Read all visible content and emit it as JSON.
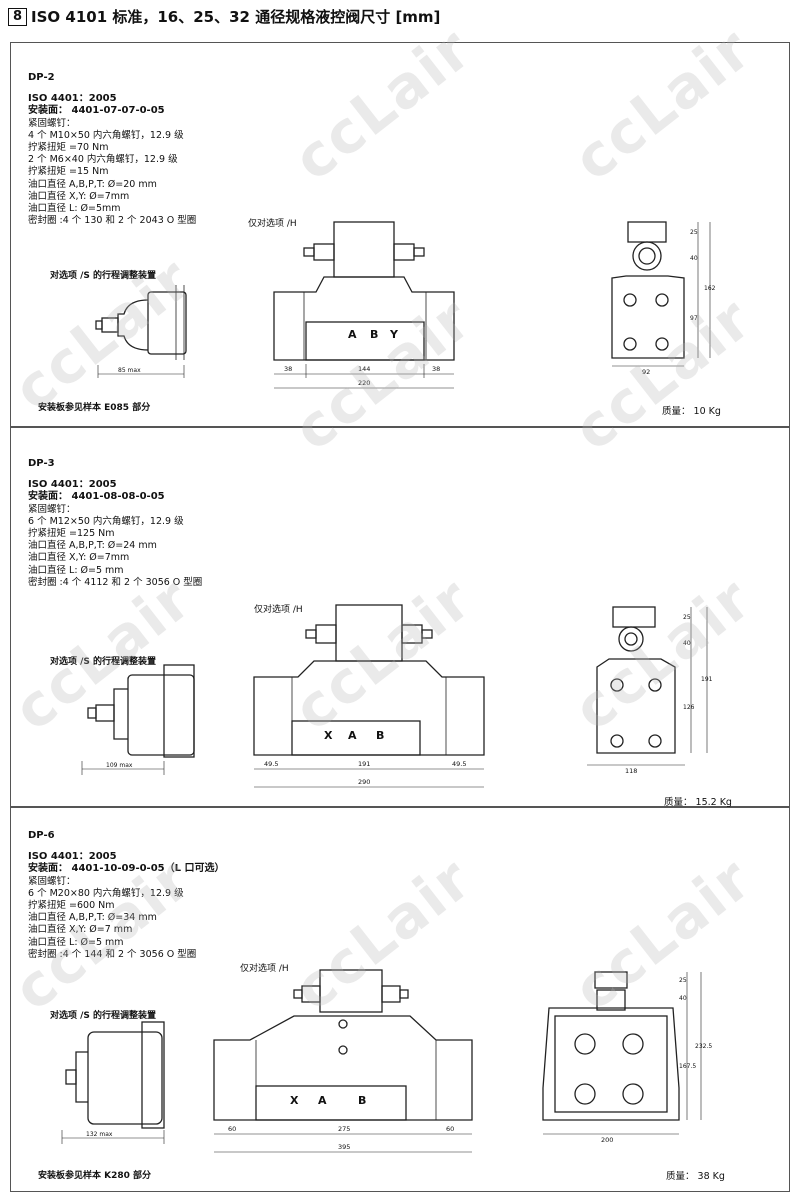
{
  "header": {
    "section_number": "8",
    "title": "ISO 4101 标准，16、25、32 通径规格液控阀尺寸 [mm]"
  },
  "watermark": "ccLair",
  "panels": [
    {
      "name": "DP-2",
      "standard": "ISO 4401：2005",
      "mounting": "安装面： 4401-07-07-0-05",
      "lines": [
        "紧固螺钉：",
        "4 个 M10×50 内六角螺钉，12.9 级",
        "拧紧扭矩 =70 Nm",
        "2 个 M6×40 内六角螺钉，12.9 级",
        "拧紧扭矩 =15 Nm",
        "油口直径 A,B,P,T: Ø=20 mm",
        "油口直径 X,Y: Ø=7mm",
        "油口直径 L: Ø=5mm",
        "密封圈 :4 个 130 和 2 个 2043 O 型圈"
      ],
      "stroke_label": "对选项 /S 的行程调整装置",
      "option_label": "仅对选项 /H",
      "dims": {
        "side_max": "85 max",
        "left": "38",
        "center": "144",
        "right": "38",
        "total": "220",
        "width": "92",
        "h1": "25",
        "h2": "40",
        "h3": "97",
        "htotal": "162"
      },
      "ports": [
        "A",
        "B",
        "Y"
      ],
      "footer": "安装板参见样本 E085 部分",
      "weight": "质量： 10 Kg"
    },
    {
      "name": "DP-3",
      "standard": "ISO 4401：2005",
      "mounting": "安装面： 4401-08-08-0-05",
      "lines": [
        "紧固螺钉：",
        "6 个 M12×50 内六角螺钉，12.9 级",
        "拧紧扭矩 =125 Nm",
        "油口直径 A,B,P,T: Ø=24 mm",
        "油口直径 X,Y: Ø=7mm",
        "油口直径 L: Ø=5 mm",
        "密封圈 :4 个 4112 和 2 个 3056 O 型圈"
      ],
      "stroke_label": "对选项 /S 的行程调整装置",
      "option_label": "仅对选项 /H",
      "dims": {
        "side_max": "109 max",
        "left": "49.5",
        "center": "191",
        "right": "49.5",
        "total": "290",
        "width": "118",
        "h1": "25",
        "h2": "40",
        "h3": "126",
        "htotal": "191"
      },
      "ports": [
        "X",
        "A",
        "B"
      ],
      "footer": "",
      "weight": "质量： 15.2 Kg"
    },
    {
      "name": "DP-6",
      "standard": "ISO 4401：2005",
      "mounting": "安装面： 4401-10-09-0-05（L 口可选）",
      "lines": [
        "紧固螺钉：",
        "6 个 M20×80 内六角螺钉，12.9 级",
        "拧紧扭矩 =600 Nm",
        "油口直径 A,B,P,T: Ø=34 mm",
        "油口直径 X,Y: Ø=7 mm",
        "油口直径 L: Ø=5 mm",
        "密封圈 :4 个 144 和 2 个 3056 O 型圈"
      ],
      "stroke_label": "对选项 /S 的行程调整装置",
      "option_label": "仅对选项 /H",
      "dims": {
        "side_max": "132 max",
        "left": "60",
        "center": "275",
        "right": "60",
        "total": "395",
        "width": "200",
        "h1": "25",
        "h2": "40",
        "h3": "167.5",
        "htotal": "232.5"
      },
      "ports": [
        "X",
        "A",
        "B"
      ],
      "footer": "安装板参见样本 K280 部分",
      "weight": "质量： 38 Kg"
    }
  ]
}
